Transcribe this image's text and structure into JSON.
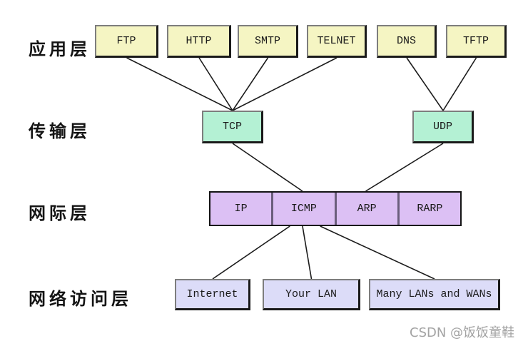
{
  "layers": {
    "application": "应用层",
    "transport": "传输层",
    "internet": "网际层",
    "network_access": "网络访问层"
  },
  "nodes": {
    "ftp": "FTP",
    "http": "HTTP",
    "smtp": "SMTP",
    "telnet": "TELNET",
    "dns": "DNS",
    "tftp": "TFTP",
    "tcp": "TCP",
    "udp": "UDP",
    "ip": "IP",
    "icmp": "ICMP",
    "arp": "ARP",
    "rarp": "RARP",
    "internet_net": "Internet",
    "your_lan": "Your LAN",
    "many_lans": "Many LANs and WANs"
  },
  "connections": [
    {
      "from": "ftp",
      "to": "tcp"
    },
    {
      "from": "http",
      "to": "tcp"
    },
    {
      "from": "smtp",
      "to": "tcp"
    },
    {
      "from": "telnet",
      "to": "tcp"
    },
    {
      "from": "dns",
      "to": "udp"
    },
    {
      "from": "tftp",
      "to": "udp"
    },
    {
      "from": "tcp",
      "to": "netrow",
      "to_x": 0.37
    },
    {
      "from": "udp",
      "to": "netrow",
      "to_x": 0.62
    },
    {
      "from": "netrow",
      "to": "internet_net",
      "from_x": 0.32
    },
    {
      "from": "netrow",
      "to": "your_lan",
      "from_x": 0.37
    },
    {
      "from": "netrow",
      "to": "many_lans",
      "from_x": 0.44
    }
  ],
  "colors": {
    "app": "#f5f5c3",
    "transport": "#b4f1d4",
    "internet": "#dcc0f4",
    "access": "#dcdcf8",
    "line": "#1c1c1c"
  },
  "watermark": "CSDN @饭饭童鞋"
}
